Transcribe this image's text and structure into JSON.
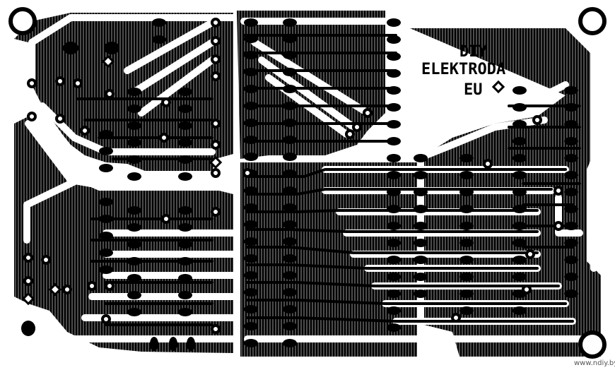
{
  "board": {
    "label_line1": "DIY",
    "label_line2": "ELEKTRODA",
    "label_line3": "EU",
    "watermark": "www.ndiy.by"
  },
  "colors": {
    "copper": "#000000",
    "substrate": "#ffffff"
  }
}
